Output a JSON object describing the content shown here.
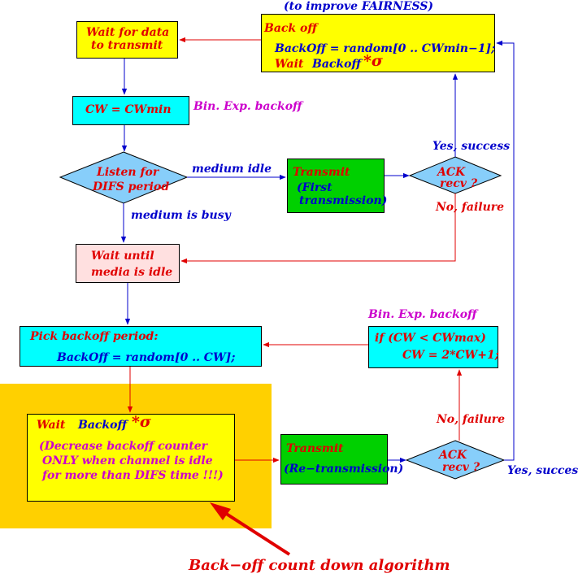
{
  "colors": {
    "yellow": "#ffff00",
    "cyan": "#00ffff",
    "green": "#00d000",
    "pink": "#ffe0e0",
    "orange": "#ffd000",
    "diamond": "#87cefa",
    "red": "#e00000",
    "blue": "#0000cc",
    "magenta": "#cc00cc"
  },
  "top_note": "(to improve FAIRNESS)",
  "backoff_box": {
    "title": "Back off",
    "line1": "BackOff = random[0 .. CWmin−1];",
    "wait": "Wait",
    "backoff_word": "Backoff",
    "sigma": "*σ"
  },
  "wait_data": {
    "line1": "Wait for data",
    "line2": "to transmit"
  },
  "cw_box": {
    "label": "CW = CWmin"
  },
  "bin_exp_1": "Bin. Exp. backoff",
  "listen": {
    "line1": "Listen for",
    "line2": "DIFS period"
  },
  "medium_idle": "medium idle",
  "medium_busy": "medium is busy",
  "transmit_first": {
    "title": "Transmit",
    "line1": "(First",
    "line2": "transmission)"
  },
  "ack1": {
    "line1": "ACK",
    "line2": "recv ?"
  },
  "yes_success_1": "Yes, success",
  "no_failure_1": "No, failure",
  "wait_until": {
    "line1": "Wait until",
    "line2": "media is idle"
  },
  "pick_box": {
    "title": "Pick backoff period:",
    "line1": "BackOff = random[0 .. CW];"
  },
  "bin_exp_2": "Bin. Exp. backoff",
  "if_box": {
    "line1": "if (CW < CWmax)",
    "line2": "CW = 2*CW+1;"
  },
  "wait_backoff_box": {
    "wait": "Wait",
    "backoff_word": "Backoff",
    "sigma": "*σ",
    "line1": "(Decrease backoff counter",
    "line2": "ONLY when channel is idle",
    "line3": "for more than DIFS time !!!)"
  },
  "transmit_re": {
    "title": "Transmit",
    "line1": "(Re−transmission)"
  },
  "ack2": {
    "line1": "ACK",
    "line2": "recv ?"
  },
  "yes_success_2": "Yes, success",
  "no_failure_2": "No, failure",
  "caption": "Back−off count down algorithm"
}
